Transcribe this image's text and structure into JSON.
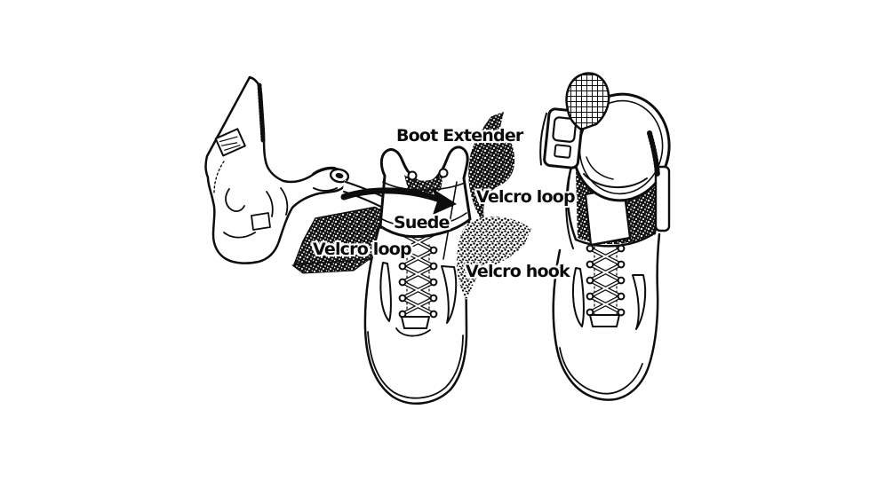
{
  "figure": {
    "background_color": "#ffffff",
    "ink_color": "#0d0d0d",
    "labels": {
      "boot_extender": "Boot Extender",
      "velcro_loop_right": "Velcro loop",
      "suede": "Suede",
      "velcro_loop_left": "Velcro loop",
      "velcro_hook": "Velcro hook"
    }
  }
}
